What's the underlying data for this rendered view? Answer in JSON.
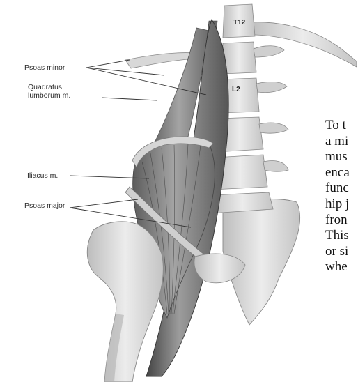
{
  "labels": {
    "psoas_minor": "Psoas minor",
    "quadratus_line1": "Quadratus",
    "quadratus_line2": "lumborum m.",
    "iliacus": "Iliacus m.",
    "psoas_major": "Psoas major",
    "vertebra_t12": "T12",
    "vertebra_l2": "L2"
  },
  "caption_lines": [
    "To t",
    "a mi",
    "mus",
    "enca",
    "func",
    "hip j",
    "fron",
    "This",
    "or si",
    "whe"
  ],
  "colors": {
    "muscle": "#8a8a8a",
    "muscle_dark": "#4a4a4a",
    "bone": "#dcdcdc",
    "bone_shadow": "#9a9a9a"
  }
}
